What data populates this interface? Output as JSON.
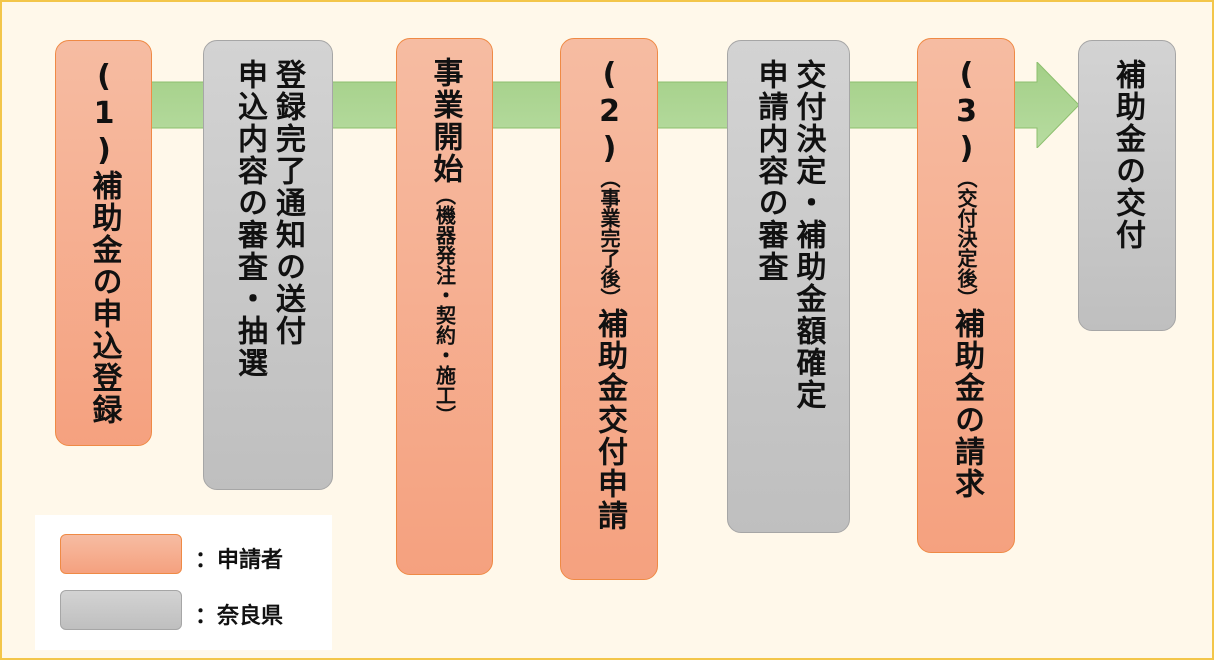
{
  "steps": [
    {
      "number": "(1)",
      "label": "補助金の申込登録",
      "actor": "applicant"
    },
    {
      "lines": [
        "登録完了通知の送付",
        "申込内容の審査・抽選"
      ],
      "actor": "prefecture"
    },
    {
      "label": "事業開始",
      "note": "（機器発注・契約・施工）",
      "actor": "applicant"
    },
    {
      "number": "(2)",
      "note": "（事業完了後）",
      "label": "補助金交付申請",
      "actor": "applicant"
    },
    {
      "lines": [
        "交付決定・補助金額確定",
        "申請内容の審査"
      ],
      "actor": "prefecture"
    },
    {
      "number": "(3)",
      "note": "（交付決定後）",
      "label": "補助金の請求",
      "actor": "applicant"
    },
    {
      "label": "補助金の交付",
      "actor": "prefecture"
    }
  ],
  "legend": {
    "applicant": "：申請者",
    "prefecture": "：奈良県"
  },
  "colors": {
    "applicant": "#f5a17f",
    "prefecture": "#c8c8c8",
    "arrow": "#a9d18e",
    "background": "#fff8ea"
  }
}
